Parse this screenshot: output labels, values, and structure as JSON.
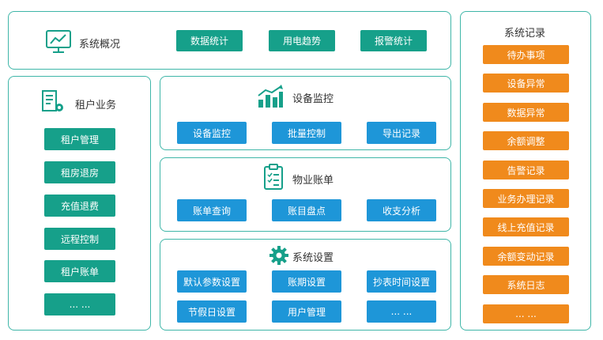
{
  "overview": {
    "title": "系统概况",
    "buttons": [
      "数据统计",
      "用电趋势",
      "报警统计"
    ]
  },
  "tenant": {
    "title": "租户业务",
    "buttons": [
      "租户管理",
      "租房退房",
      "充值退费",
      "远程控制",
      "租户账单",
      "... ..."
    ]
  },
  "device": {
    "title": "设备监控",
    "buttons": [
      "设备监控",
      "批量控制",
      "导出记录"
    ]
  },
  "property": {
    "title": "物业账单",
    "buttons": [
      "账单查询",
      "账目盘点",
      "收支分析"
    ]
  },
  "settings": {
    "title": "系统设置",
    "buttons": [
      "默认参数设置",
      "账期设置",
      "抄表时间设置",
      "节假日设置",
      "用户管理",
      "... ..."
    ]
  },
  "records": {
    "title": "系统记录",
    "buttons": [
      "待办事项",
      "设备异常",
      "数据异常",
      "余额调整",
      "告警记录",
      "业务办理记录",
      "线上充值记录",
      "余额变动记录",
      "系统日志",
      "... ..."
    ]
  },
  "colors": {
    "border": "#3fb6a8",
    "teal": "#16a08a",
    "blue": "#1e96d8",
    "orange": "#f08a1c"
  },
  "icons": {
    "overview": "dashboard-chart-icon",
    "tenant": "building-gear-icon",
    "device": "bar-chart-growth-icon",
    "property": "clipboard-list-icon",
    "settings": "gear-icon"
  }
}
